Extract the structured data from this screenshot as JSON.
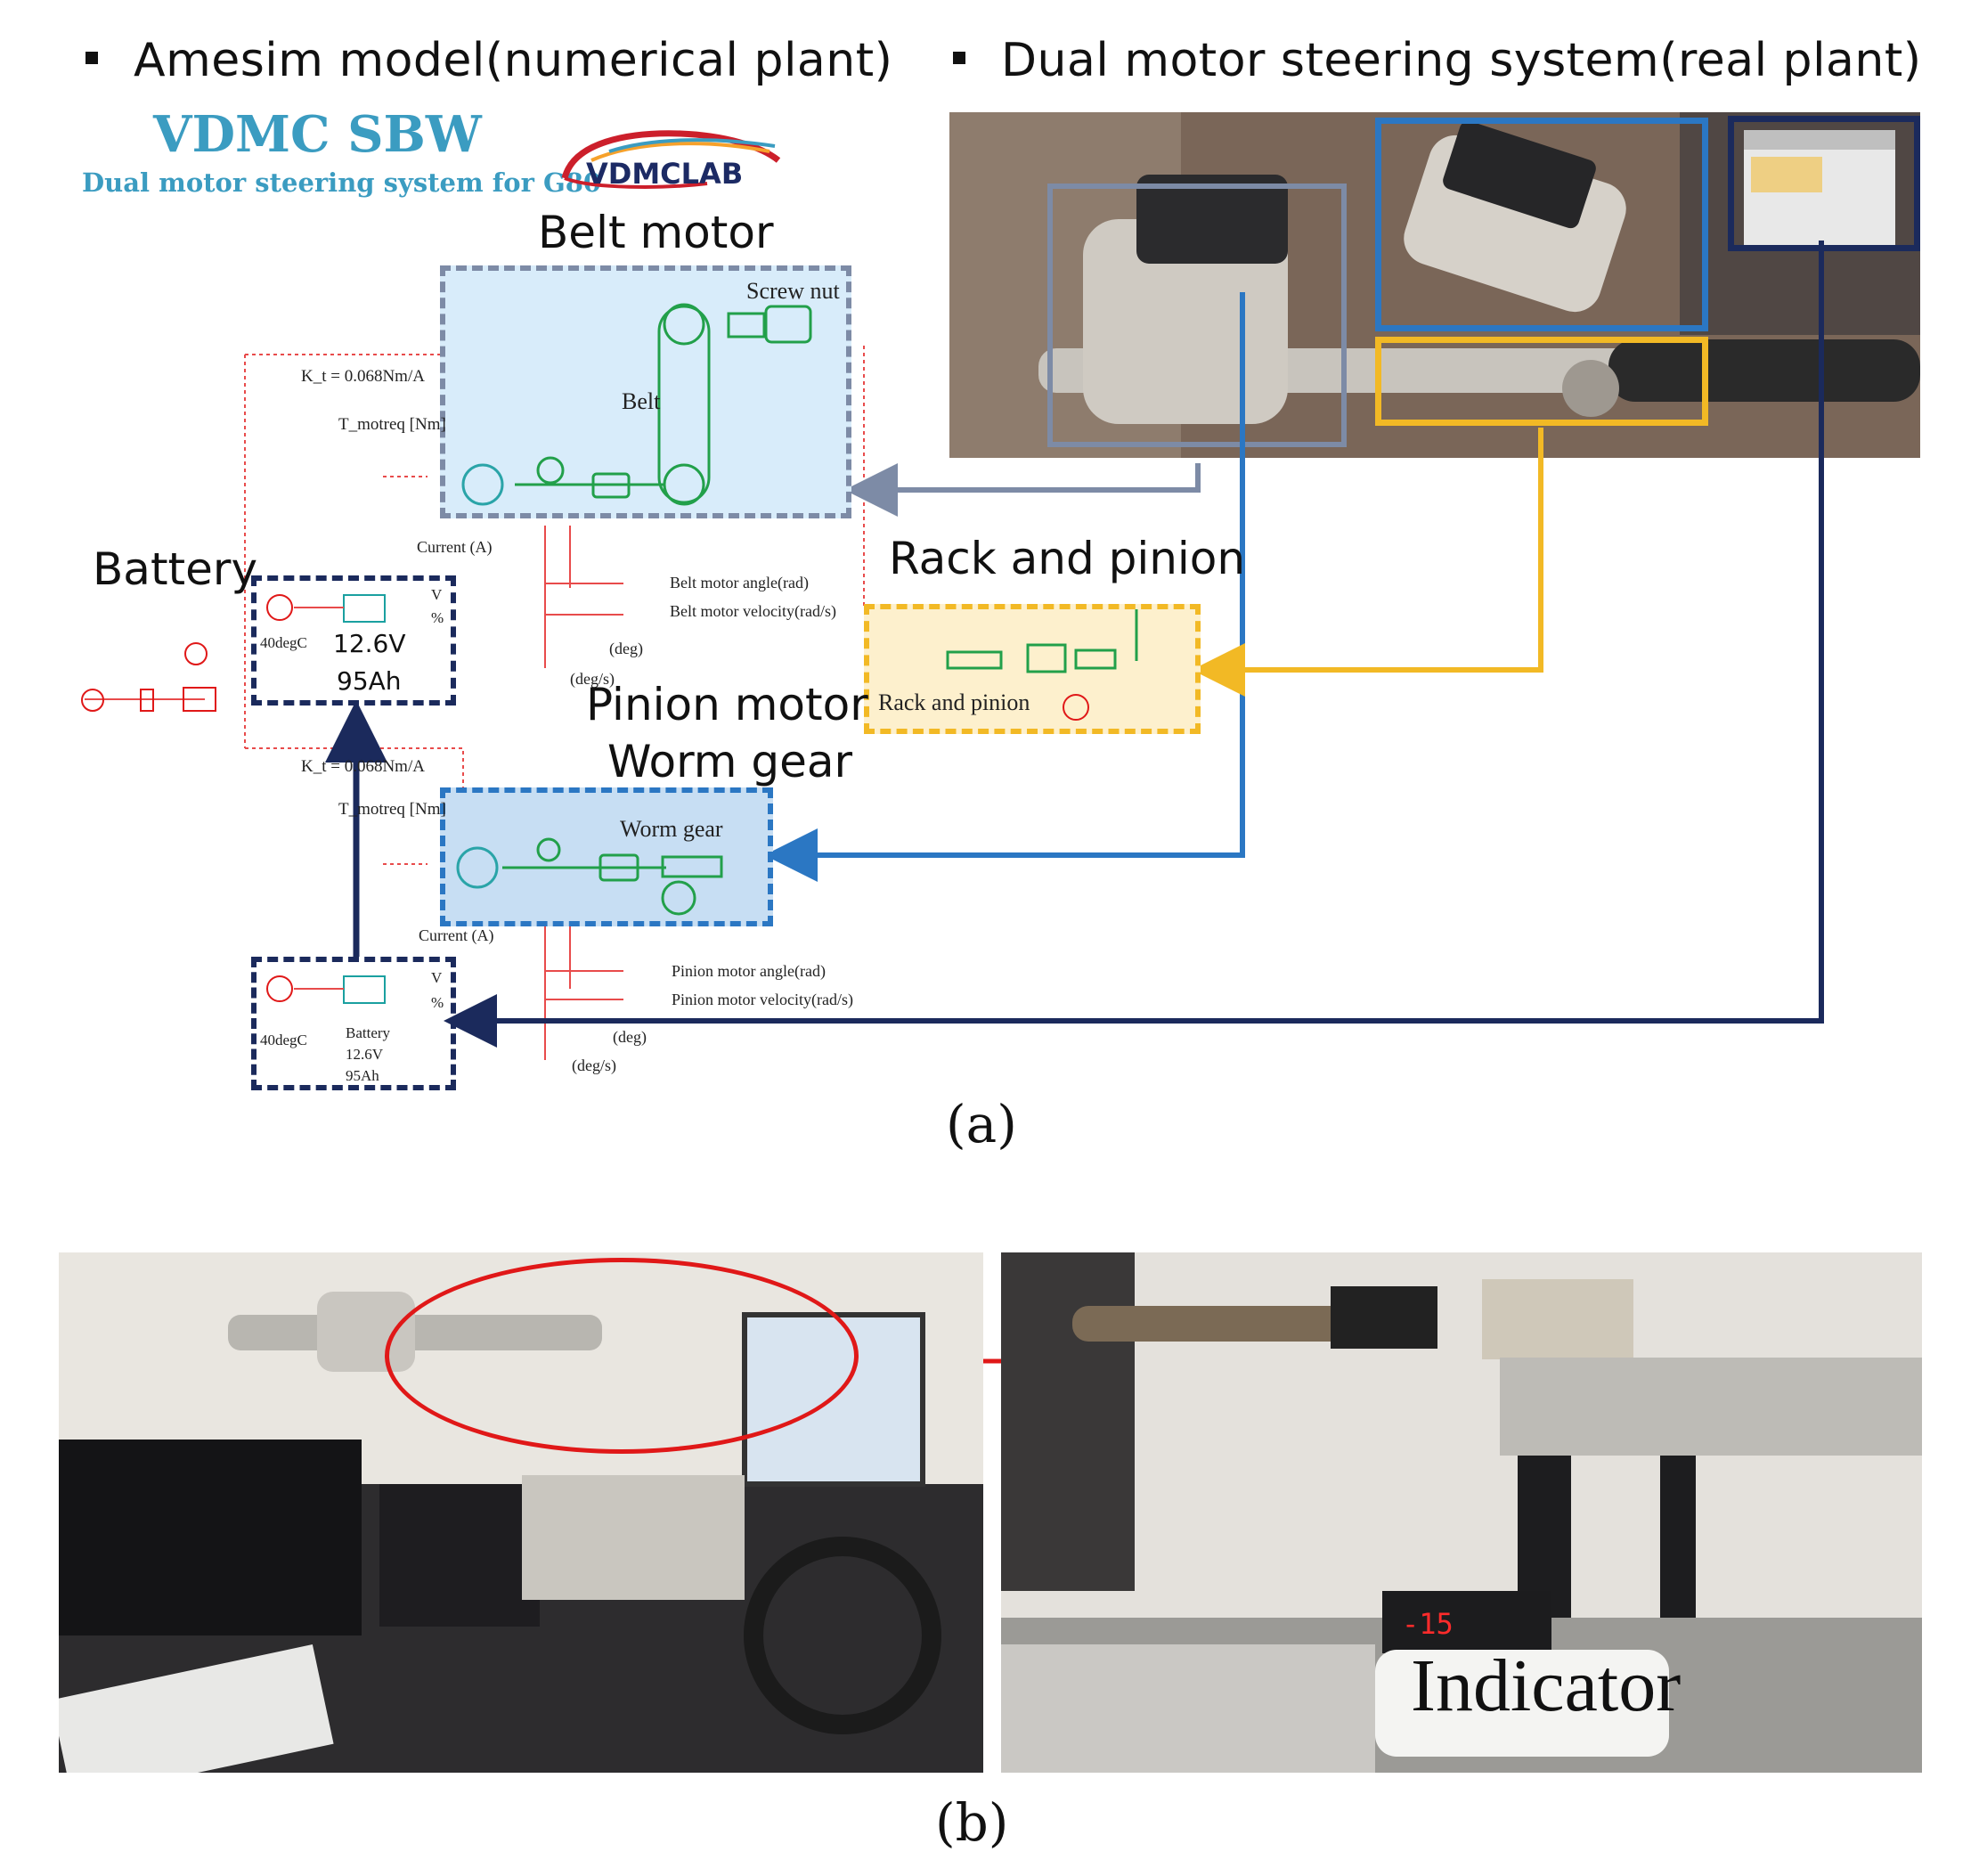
{
  "headers": {
    "left": "Amesim model(numerical plant)",
    "right": "Dual motor steering system(real plant)"
  },
  "logo": {
    "title": "VDMC SBW",
    "subtitle": "Dual motor steering system for G80",
    "brand": "VDMCLAB"
  },
  "labels": {
    "belt_motor": "Belt motor",
    "battery": "Battery",
    "rack_pinion": "Rack and pinion",
    "pinion_motor": "Pinion motor",
    "worm_gear": "Worm gear"
  },
  "belt_block": {
    "screw_nut": "Screw nut",
    "belt": "Belt",
    "kt": "K_t = 0.068Nm/A",
    "tmot": "T_motreq [Nm]",
    "current": "Current (A)",
    "angle": "Belt motor angle(rad)",
    "velocity": "Belt motor velocity(rad/s)",
    "deg": "(deg)",
    "degs": "(deg/s)"
  },
  "battery_top": {
    "temp": "40degC",
    "voltage": "12.6V",
    "capacity": "95Ah",
    "v": "V",
    "pct": "%"
  },
  "rack_block": {
    "label": "Rack and pinion"
  },
  "worm_block": {
    "kt": "K_t = 0.068Nm/A",
    "tmot": "T_motreq [Nm]",
    "label": "Worm gear",
    "current": "Current (A)",
    "angle": "Pinion motor angle(rad)",
    "velocity": "Pinion motor velocity(rad/s)",
    "deg": "(deg)",
    "degs": "(deg/s)"
  },
  "battery_bottom": {
    "temp": "40degC",
    "name": "Battery",
    "voltage": "12.6V",
    "capacity": "95Ah",
    "v": "V",
    "pct": "%"
  },
  "indicator": {
    "label": "Indicator",
    "reading": "-15"
  },
  "captions": {
    "a": "(a)",
    "b": "(b)"
  },
  "colors": {
    "grey_frame": "#7d8ba6",
    "blue_frame": "#2b77c3",
    "yellow_frame": "#f2b925",
    "navy_frame": "#1b2a5c",
    "red_annotation": "#e01818",
    "logo_text": "#3b9cc1"
  }
}
